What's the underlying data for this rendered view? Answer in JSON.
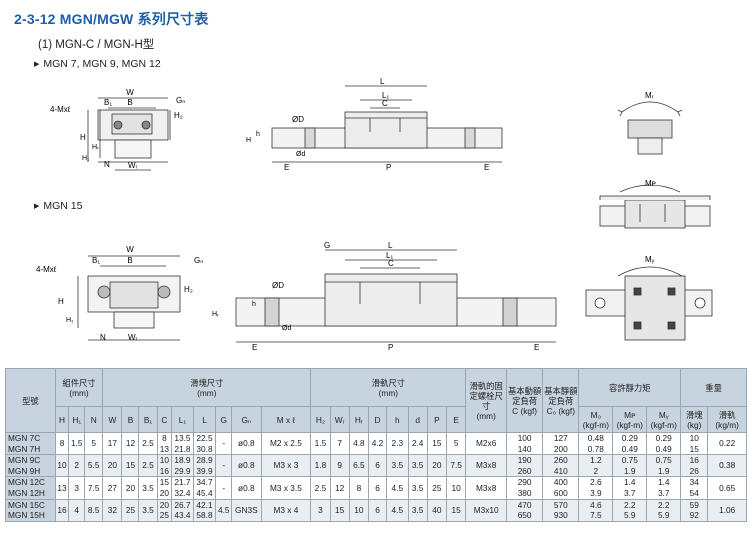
{
  "title": "2-3-12   MGN/MGW 系列尺寸表",
  "subtitle": "(1) MGN-C / MGN-H型",
  "section1": "MGN 7, MGN 9, MGN 12",
  "section2": "MGN 15",
  "diagram_labels": {
    "W": "W",
    "B": "B",
    "B1": "B₁",
    "Gn": "Gₙ",
    "H": "H",
    "H1": "H₁",
    "H2": "H₂",
    "N": "N",
    "WR": "Wᵣ",
    "HR": "Hᵣ",
    "Mxl": "4-Mxℓ",
    "D": "ØD",
    "h": "h",
    "d": "Ød",
    "E": "E",
    "P": "P",
    "L": "L",
    "L1": "L₁",
    "C": "C",
    "G": "G",
    "MR": "Mᵣ",
    "MP": "Mᴘ",
    "MY": "Mᵧ"
  },
  "table": {
    "h_model": "型號",
    "h_assembly": "組件尺寸",
    "h_mm": "(mm)",
    "h_block": "滑塊尺寸",
    "h_rail": "滑軌尺寸",
    "h_bolt": "滑軌的固定螺栓尺寸",
    "h_bolt_mm": "(mm)",
    "h_dyn": "基本動額定負荷",
    "h_dyn_unit": "C (kgf)",
    "h_stat": "基本靜額定負荷",
    "h_stat_unit": "C₀ (kgf)",
    "h_moment": "容許靜力矩",
    "h_weight": "重量",
    "h_block_w": "滑塊",
    "h_block_w_unit": "(kg)",
    "h_rail_w": "滑軌",
    "h_rail_w_unit": "(kg/m)",
    "sub": [
      "H",
      "H₁",
      "N",
      "W",
      "B",
      "B₁",
      "C",
      "L₁",
      "L",
      "G",
      "Gₙ",
      "M x ℓ",
      "H₂",
      "Wᵣ",
      "Hᵣ",
      "D",
      "h",
      "d",
      "P",
      "E"
    ],
    "m0": "M₀",
    "m0u": "(kgf-m)",
    "mp": "Mᴘ",
    "mpu": "(kgf-m)",
    "my": "Mᵧ",
    "myu": "(kgf-m)",
    "rows": [
      {
        "m1": "MGN 7C",
        "m2": "MGN 7H",
        "H": "8",
        "H1": "1.5",
        "N": "5",
        "W": "17",
        "B": "12",
        "B1": "2.5",
        "C1": "8",
        "C2": "13",
        "L11": "13.5",
        "L12": "21.8",
        "L1": "22.5",
        "L2": "30.8",
        "G": "-",
        "Gn": "ø0.8",
        "Mxl": "M2 x 2.5",
        "H2": "1.5",
        "WR": "7",
        "HR": "4.8",
        "D": "4.2",
        "h": "2.3",
        "d": "2.4",
        "P": "15",
        "E": "5",
        "bolt": "M2x6",
        "Cd1": "100",
        "Cd2": "140",
        "C01": "127",
        "C02": "200",
        "M01": "0.48",
        "M02": "0.78",
        "MP1": "0.29",
        "MP2": "0.49",
        "MY1": "0.29",
        "MY2": "0.49",
        "WB1": "10",
        "WB2": "15",
        "WR_kg": "0.22"
      },
      {
        "m1": "MGN 9C",
        "m2": "MGN 9H",
        "H": "10",
        "H1": "2",
        "N": "5.5",
        "W": "20",
        "B": "15",
        "B1": "2.5",
        "C1": "10",
        "C2": "16",
        "L11": "18.9",
        "L12": "29.9",
        "L1": "28.9",
        "L2": "39.9",
        "G": "-",
        "Gn": "ø0.8",
        "Mxl": "M3 x 3",
        "H2": "1.8",
        "WR": "9",
        "HR": "6.5",
        "D": "6",
        "h": "3.5",
        "d": "3.5",
        "P": "20",
        "E": "7.5",
        "bolt": "M3x8",
        "Cd1": "190",
        "Cd2": "260",
        "C01": "260",
        "C02": "410",
        "M01": "1.2",
        "M02": "2",
        "MP1": "0.75",
        "MP2": "1.9",
        "MY1": "0.75",
        "MY2": "1.9",
        "WB1": "16",
        "WB2": "26",
        "WR_kg": "0.38"
      },
      {
        "m1": "MGN 12C",
        "m2": "MGN 12H",
        "H": "13",
        "H1": "3",
        "N": "7.5",
        "W": "27",
        "B": "20",
        "B1": "3.5",
        "C1": "15",
        "C2": "20",
        "L11": "21.7",
        "L12": "32.4",
        "L1": "34.7",
        "L2": "45.4",
        "G": "-",
        "Gn": "ø0.8",
        "Mxl": "M3 x 3.5",
        "H2": "2.5",
        "WR": "12",
        "HR": "8",
        "D": "6",
        "h": "4.5",
        "d": "3.5",
        "P": "25",
        "E": "10",
        "bolt": "M3x8",
        "Cd1": "290",
        "Cd2": "380",
        "C01": "400",
        "C02": "600",
        "M01": "2.6",
        "M02": "3.9",
        "MP1": "1.4",
        "MP2": "3.7",
        "MY1": "1.4",
        "MY2": "3.7",
        "WB1": "34",
        "WB2": "54",
        "WR_kg": "0.65"
      },
      {
        "m1": "MGN 15C",
        "m2": "MGN 15H",
        "H": "16",
        "H1": "4",
        "N": "8.5",
        "W": "32",
        "B": "25",
        "B1": "3.5",
        "C1": "20",
        "C2": "25",
        "L11": "26.7",
        "L12": "43.4",
        "L1": "42.1",
        "L2": "58.8",
        "G": "4.5",
        "Gn": "GN3S",
        "Mxl": "M3 x 4",
        "H2": "3",
        "WR": "15",
        "HR": "10",
        "D": "6",
        "h": "4.5",
        "d": "3.5",
        "P": "40",
        "E": "15",
        "bolt": "M3x10",
        "Cd1": "470",
        "Cd2": "650",
        "C01": "570",
        "C02": "930",
        "M01": "4.6",
        "M02": "7.5",
        "MP1": "2.2",
        "MP2": "5.9",
        "MY1": "2.2",
        "MY2": "5.9",
        "WB1": "59",
        "WB2": "92",
        "WR_kg": "1.06"
      }
    ]
  }
}
